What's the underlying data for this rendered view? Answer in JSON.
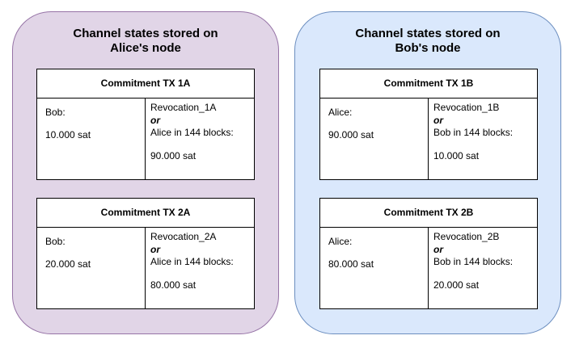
{
  "alice_node": {
    "title": "Channel states stored on\nAlice's node",
    "tx1": {
      "header": "Commitment TX 1A",
      "left_label": "Bob:",
      "left_amount": "10.000 sat",
      "revocation": "Revocation_1A",
      "or": "or",
      "delay": "Alice in 144 blocks:",
      "delay_amount": "90.000 sat"
    },
    "tx2": {
      "header": "Commitment TX 2A",
      "left_label": "Bob:",
      "left_amount": "20.000 sat",
      "revocation": "Revocation_2A",
      "or": "or",
      "delay": "Alice in 144 blocks:",
      "delay_amount": "80.000 sat"
    }
  },
  "bob_node": {
    "title": "Channel states stored on\nBob's node",
    "tx1": {
      "header": "Commitment TX 1B",
      "left_label": "Alice:",
      "left_amount": "90.000 sat",
      "revocation": "Revocation_1B",
      "or": "or",
      "delay": "Bob in 144 blocks:",
      "delay_amount": "10.000 sat"
    },
    "tx2": {
      "header": "Commitment TX 2B",
      "left_label": "Alice:",
      "left_amount": "80.000 sat",
      "revocation": "Revocation_2B",
      "or": "or",
      "delay": "Bob in 144 blocks:",
      "delay_amount": "20.000 sat"
    }
  },
  "colors": {
    "alice_fill": "#e1d5e7",
    "alice_border": "#9673a6",
    "bob_fill": "#dae8fc",
    "bob_border": "#6c8ebf"
  }
}
